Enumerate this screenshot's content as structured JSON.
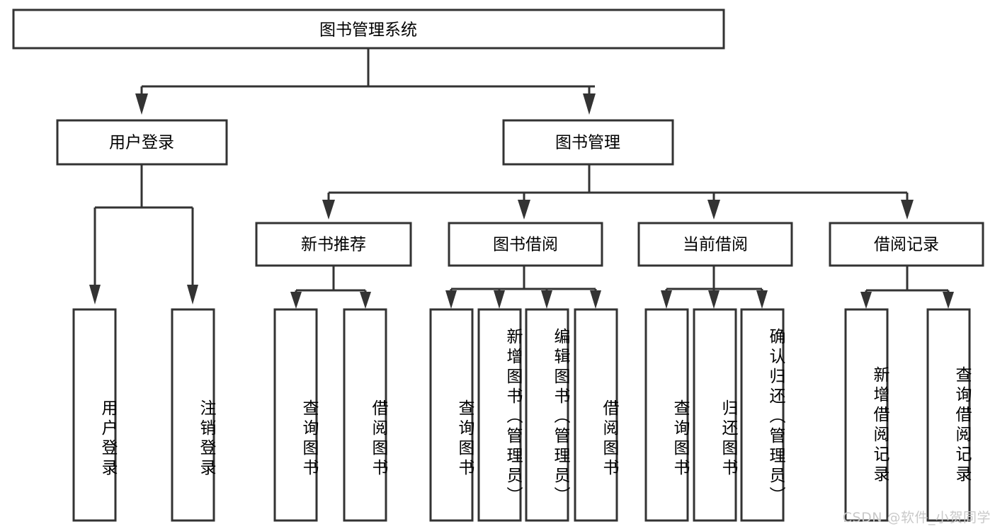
{
  "diagram": {
    "title": "图书管理系统",
    "type": "tree-hierarchy-chart",
    "orientation": "top-down",
    "background_color": "#ffffff",
    "box_stroke_color": "#333333",
    "connector_color": "#333333",
    "text_color": "#000000"
  },
  "watermark": {
    "text": "CSDN @软件_小贺同学",
    "color": "#c9c9c9"
  },
  "nodes": {
    "root": {
      "label": "图书管理系统"
    },
    "level2": [
      {
        "label": "用户登录"
      },
      {
        "label": "图书管理"
      }
    ],
    "level3": [
      {
        "label": "新书推荐"
      },
      {
        "label": "图书借阅"
      },
      {
        "label": "当前借阅"
      },
      {
        "label": "借阅记录"
      }
    ],
    "leaves": [
      {
        "label": "用户登录",
        "parent": "用户登录"
      },
      {
        "label": "注销登录",
        "parent": "用户登录"
      },
      {
        "label": "查询图书",
        "parent": "新书推荐"
      },
      {
        "label": "借阅图书",
        "parent": "新书推荐"
      },
      {
        "label": "查询图书",
        "parent": "图书借阅"
      },
      {
        "label": "新增图书（管理员）",
        "parent": "图书借阅"
      },
      {
        "label": "编辑图书（管理员）",
        "parent": "图书借阅"
      },
      {
        "label": "借阅图书",
        "parent": "图书借阅"
      },
      {
        "label": "查询图书",
        "parent": "当前借阅"
      },
      {
        "label": "归还图书",
        "parent": "当前借阅"
      },
      {
        "label": "确认归还（管理员）",
        "parent": "当前借阅"
      },
      {
        "label": "新增借阅记录",
        "parent": "借阅记录"
      },
      {
        "label": "查询借阅记录",
        "parent": "借阅记录"
      }
    ]
  }
}
